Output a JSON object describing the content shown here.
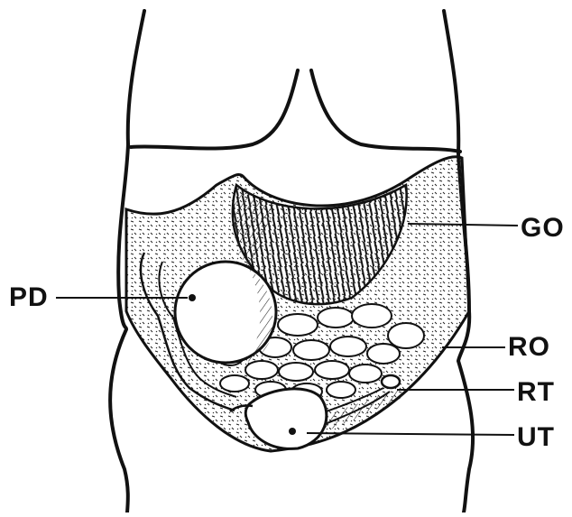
{
  "labels": {
    "go": "GO",
    "pd": "PD",
    "ro": "RO",
    "rt": "RT",
    "ut": "UT"
  },
  "colors": {
    "ink": "#111111",
    "paper": "#ffffff"
  }
}
